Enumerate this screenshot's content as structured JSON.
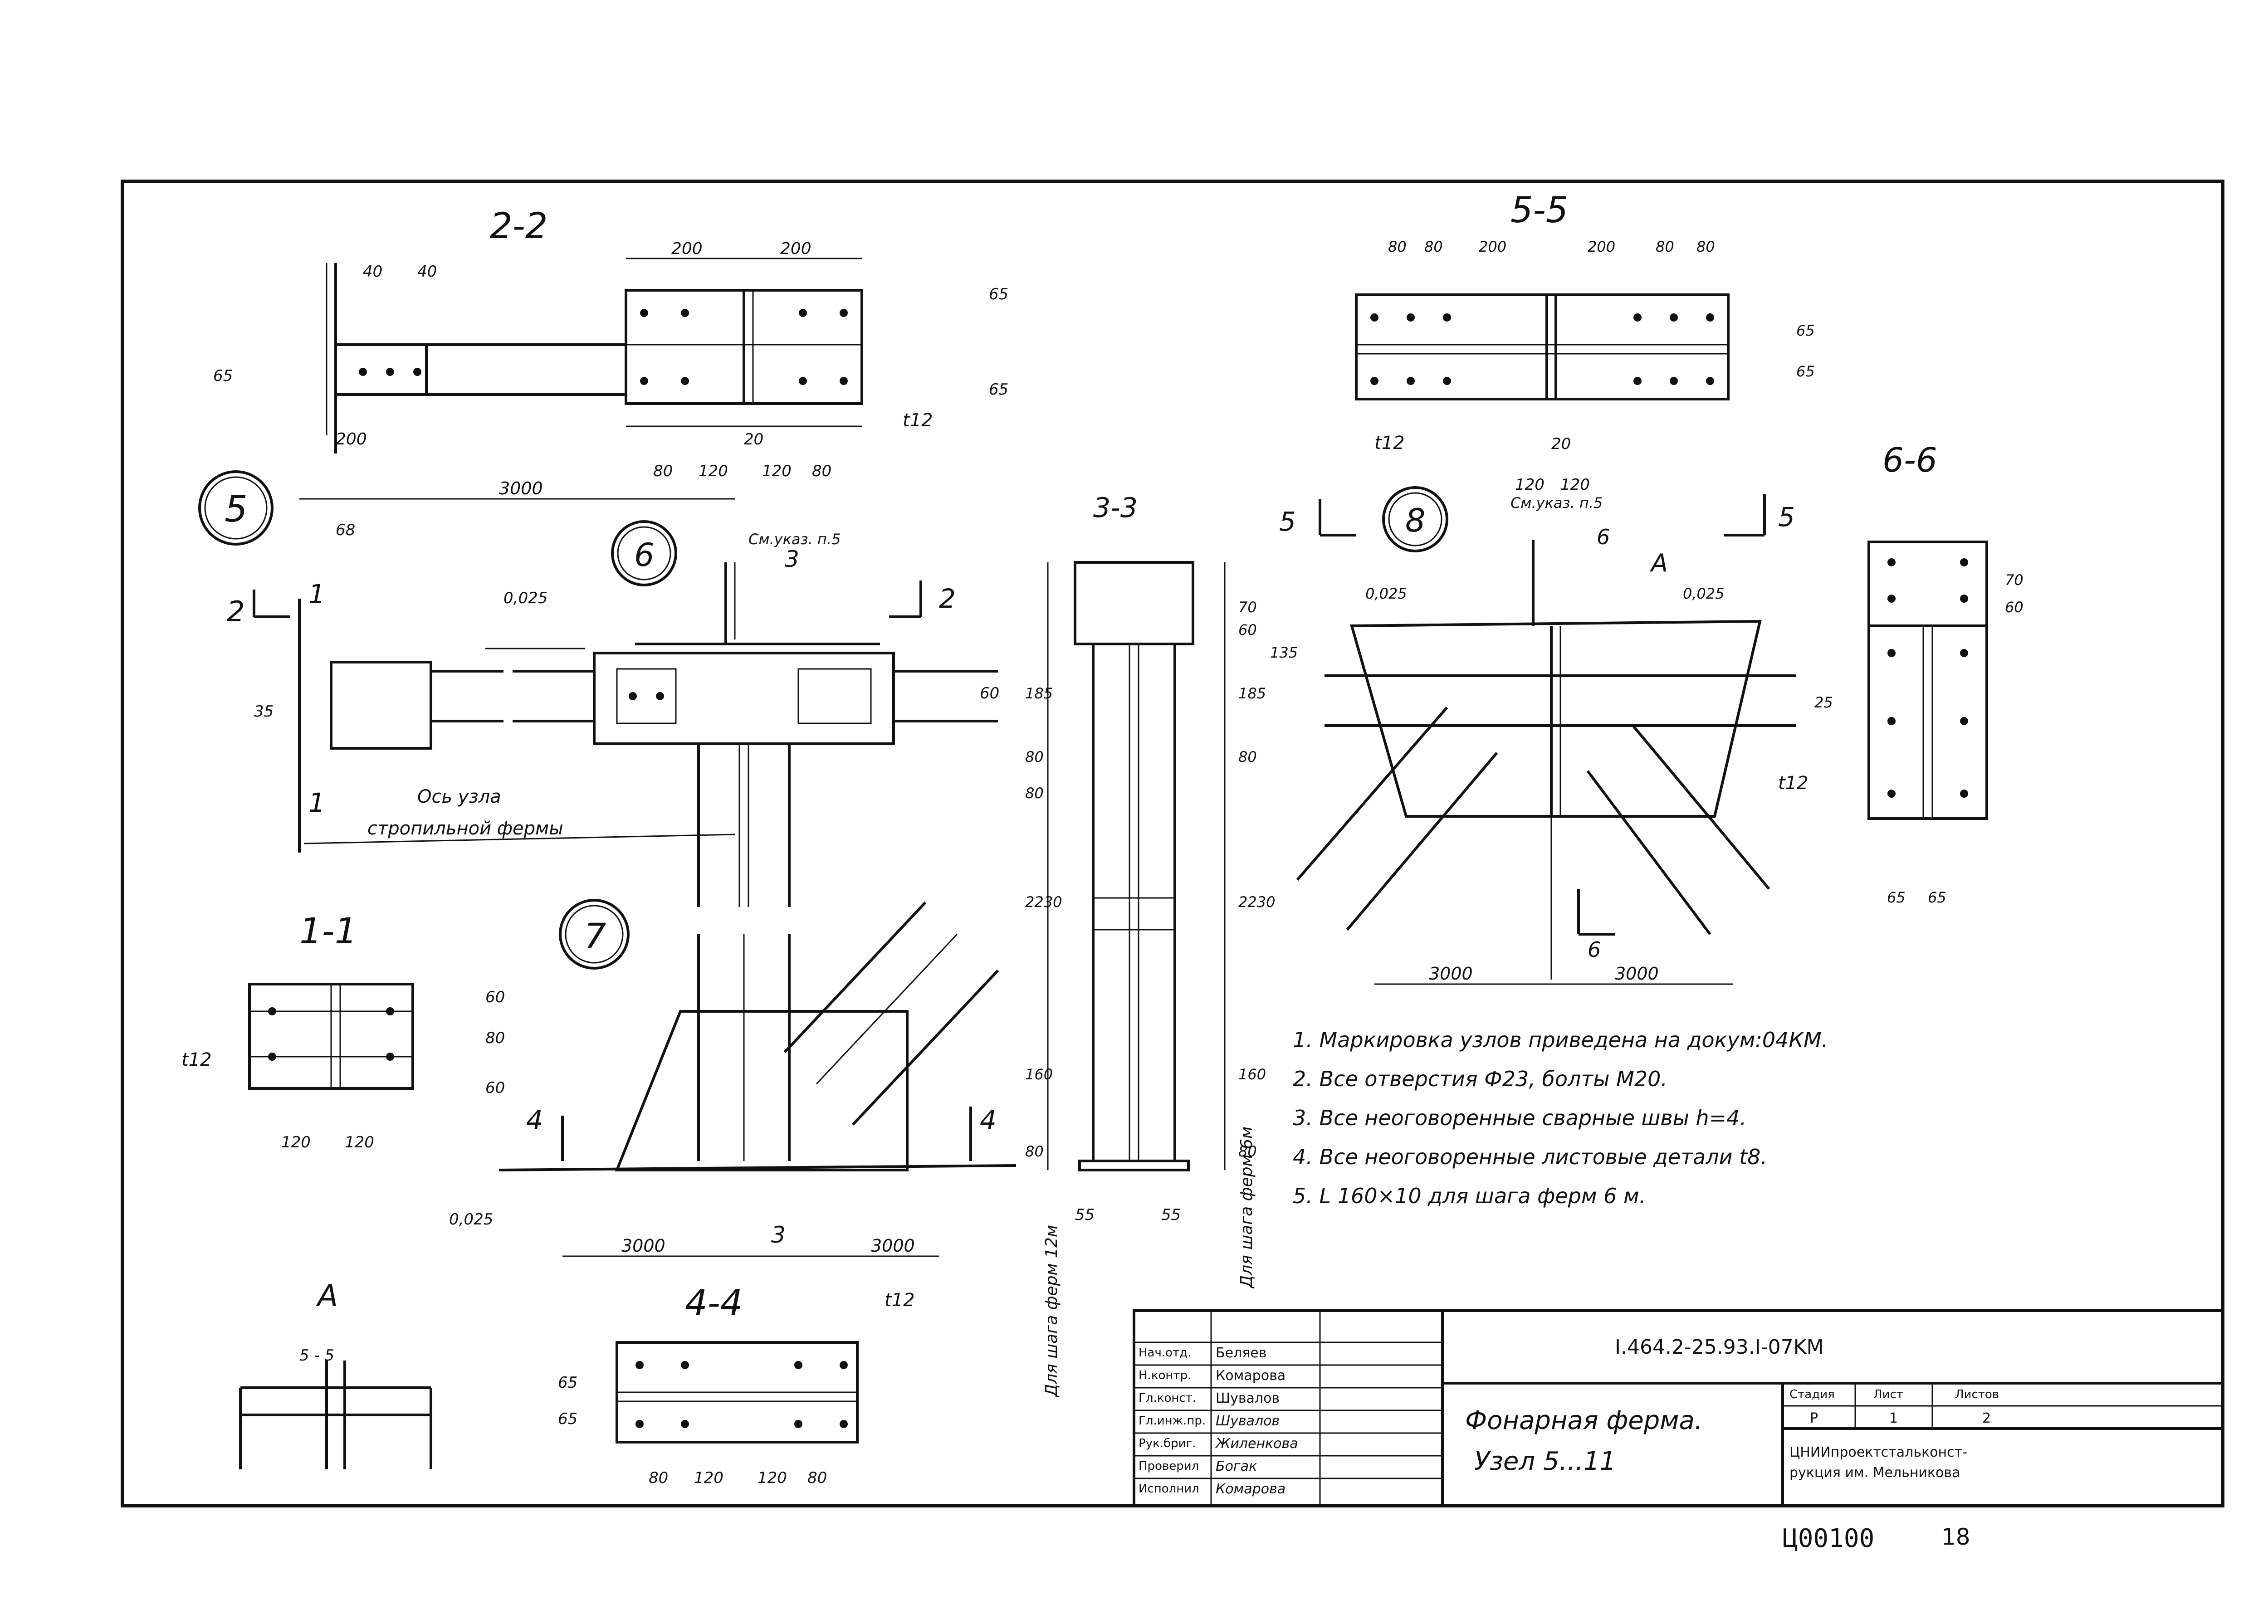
{
  "sections": {
    "s22": "2-2",
    "s55": "5-5",
    "s66": "6-6",
    "s33": "3-3",
    "s11": "1-1",
    "s44": "4-4",
    "sA": "A",
    "detailA_cut": "5 - 5"
  },
  "nodes": [
    "5",
    "6",
    "7",
    "8"
  ],
  "cut_marks": {
    "c2": "2",
    "c1": "1",
    "c3": "3",
    "c4": "4",
    "c5": "5",
    "c6": "6",
    "cA": "A"
  },
  "dimensions": {
    "d40": "40",
    "d200": "200",
    "d65": "65",
    "d3000": "3000",
    "d68": "68",
    "d35": "35",
    "d60": "60",
    "d80": "80",
    "d120": "120",
    "d20": "20",
    "d70": "70",
    "d185": "185",
    "d2230": "2230",
    "d160": "160",
    "d55": "55",
    "d135": "135",
    "d25": "25",
    "d6": "6"
  },
  "slopes": {
    "s": "0,025"
  },
  "thickness": {
    "t12": "t12"
  },
  "refs": {
    "note5": "См.указ. п.5",
    "axis_label_1": "Ось узла",
    "axis_label_2": "стропильной фермы",
    "pitch12": "Для шага ферм 12м",
    "pitch6": "Для шага ферм 6м"
  },
  "notes": [
    "1. Маркировка узлов приведена на докум:04КМ.",
    "2. Все отверстия Ф23, болты М20.",
    "3. Все неоговоренные сварные швы h=4.",
    "4. Все неоговоренные листовые детали t8.",
    "5. L 160×10 для шага ферм 6 м."
  ],
  "title_block": {
    "doc_code": "I.464.2-25.93.I-07KM",
    "title_line1": "Фонарная ферма.",
    "title_line2": "Узел 5...11",
    "roles": [
      "Нач.отд.",
      "Н.контр.",
      "Гл.конст.",
      "Гл.инж.пр.",
      "Рук.бриг.",
      "Проверил",
      "Исполнил"
    ],
    "names": [
      "Беляев",
      "Комарова",
      "Шувалов",
      "Шувалов",
      "Жиленкова",
      "Богак",
      "Комарова"
    ],
    "stage_header": "Стадия",
    "sheet_header": "Лист",
    "sheets_header": "Листов",
    "stage": "Р",
    "sheet": "1",
    "sheets": "2",
    "org_line1": "ЦНИИпроектстальконст-",
    "org_line2": "рукция им. Мельникова"
  },
  "stamp": "Ц00100",
  "page_number": "18"
}
